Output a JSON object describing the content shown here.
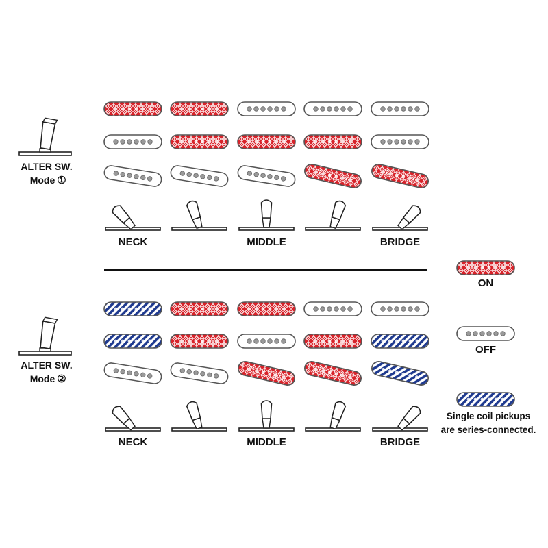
{
  "mode1": {
    "label_line1": "ALTER SW.",
    "label_line2": "Mode",
    "mode_symbol": "①",
    "grid": [
      [
        "on",
        "on",
        "off",
        "off",
        "off"
      ],
      [
        "off",
        "on",
        "on",
        "on",
        "off"
      ],
      [
        "off",
        "off",
        "off",
        "on",
        "on"
      ]
    ],
    "positions": [
      "NECK",
      "",
      "MIDDLE",
      "",
      "BRIDGE"
    ]
  },
  "mode2": {
    "label_line1": "ALTER SW.",
    "label_line2": "Mode",
    "mode_symbol": "②",
    "grid": [
      [
        "series",
        "on",
        "on",
        "off",
        "off"
      ],
      [
        "series",
        "on",
        "off",
        "on",
        "series"
      ],
      [
        "off",
        "off",
        "on",
        "on",
        "series"
      ]
    ],
    "positions": [
      "NECK",
      "",
      "MIDDLE",
      "",
      "BRIDGE"
    ]
  },
  "legend": {
    "on_label": "ON",
    "off_label": "OFF",
    "series_label_line1": "Single coil pickups",
    "series_label_line2": "are series-connected."
  },
  "colors": {
    "on": "#d8232a",
    "series": "#1f3a8f",
    "outline": "#555555",
    "pole": "#9a9a9a"
  },
  "icons": {
    "pickup": "single-coil-pickup-icon",
    "selector": "blade-selector-switch-icon",
    "alter_switch": "toggle-switch-icon"
  }
}
